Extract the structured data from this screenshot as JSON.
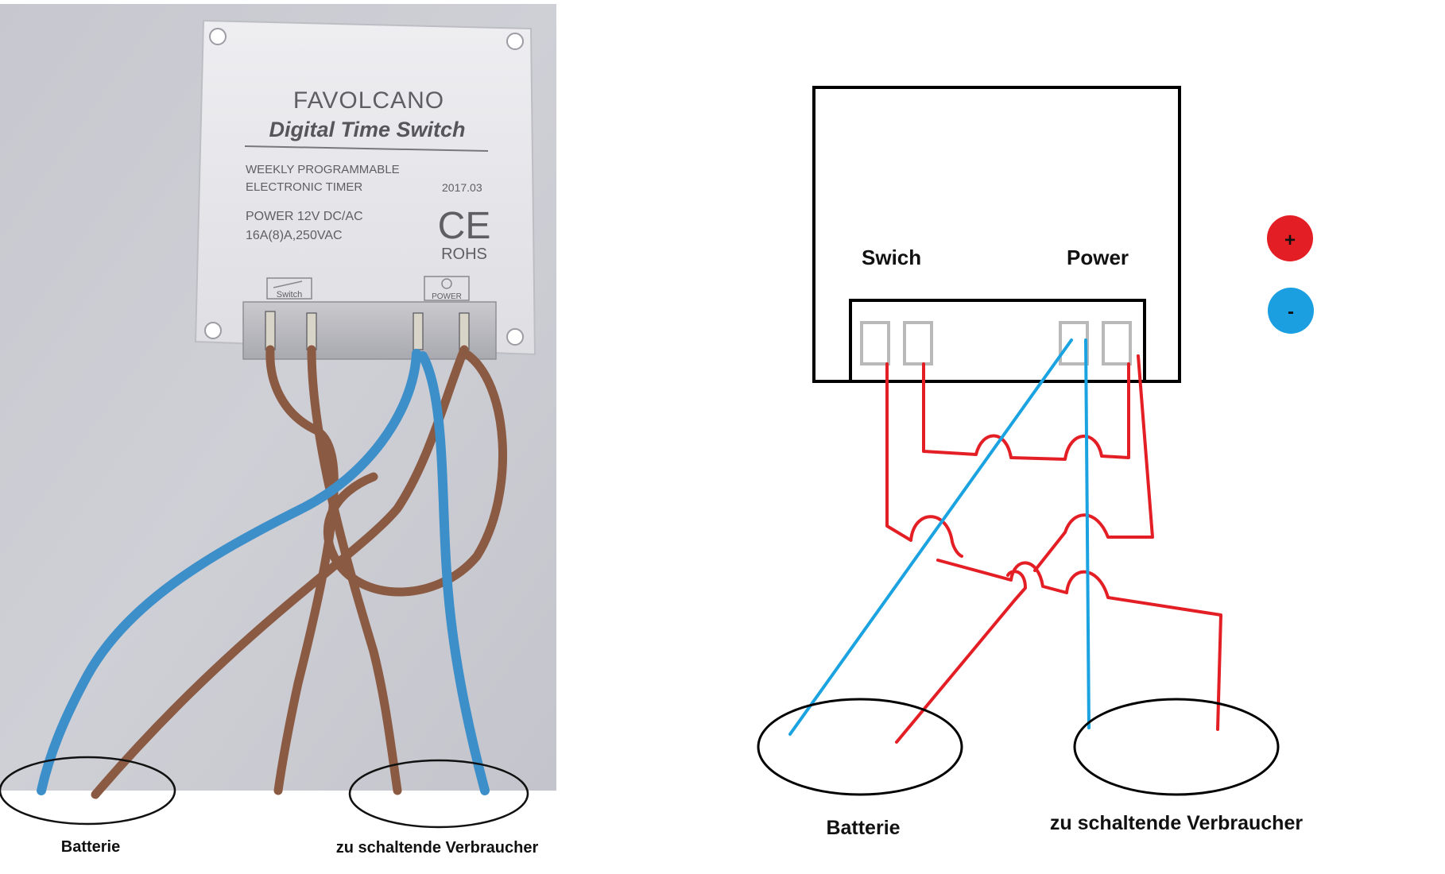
{
  "photo": {
    "brand": "FAVOLCANO",
    "product": "Digital Time Switch",
    "spec_line_1": "WEEKLY PROGRAMMABLE",
    "spec_line_2": "ELECTRONIC TIMER",
    "date_code": "2017.03",
    "power_line": "POWER  12V  DC/AC",
    "rating_line": "16A(8)A,250VAC",
    "ce_mark": "CE",
    "rohs": "ROHS",
    "switch_terminal": "Switch",
    "power_terminal": "POWER",
    "label_battery": "Batterie",
    "label_load": "zu schaltende Verbraucher"
  },
  "diagram": {
    "label_switch": "Swich",
    "label_power": "Power",
    "legend_plus": "+",
    "legend_minus": "-",
    "label_battery": "Batterie",
    "label_load": "zu schaltende Verbraucher"
  },
  "colors": {
    "wire_red": "#e31e24",
    "wire_blue": "#1aa3e0",
    "wire_brown": "#8a5a43",
    "photo_wire_blue": "#3d8fca",
    "legend_plus": "#e31e24",
    "legend_minus": "#1b9fe0"
  }
}
